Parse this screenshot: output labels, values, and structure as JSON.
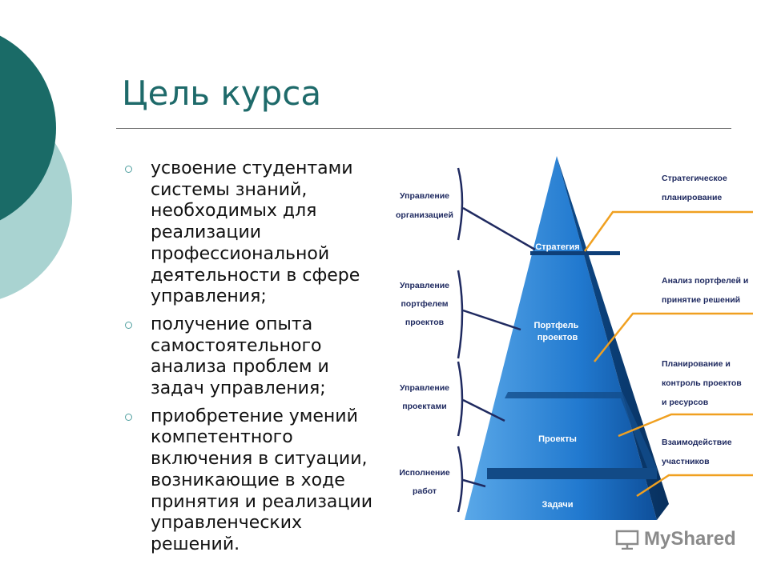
{
  "slide": {
    "title": "Цель курса",
    "bullets": [
      "усвоение студентами\nсистемы знаний,\nнеобходимых для\nреализации\nпрофессиональной\nдеятельности в сфере\nуправления;",
      "получение опыта\nсамостоятельного\nанализа проблем и\nзадач управления;",
      "приобретение умений\nкомпетентного\nвключения в ситуации,\nвозникающие в ходе\nпринятия и реализации\nуправленческих\nрешений."
    ]
  },
  "pyramid": {
    "levels": [
      {
        "label": "Стратегия"
      },
      {
        "label": "Портфель\nпроектов"
      },
      {
        "label": "Проекты"
      },
      {
        "label": "Задачи"
      }
    ],
    "left_labels": [
      "Управление\nорганизацией",
      "Управление\nпортфелем\nпроектов",
      "Управление\nпроектами",
      "Исполнение\nработ"
    ],
    "right_labels": [
      "Стратегическое\nпланирование",
      "Анализ портфелей и\nпринятие решений",
      "Планирование и\nконтроль проектов\nи ресурсов",
      "Взаимодействие\nучастников"
    ]
  },
  "logo": {
    "text": "MyShared"
  },
  "colors": {
    "title": "#1e6a6a",
    "circle_dark": "#1a6b67",
    "circle_light": "#a9d3d1",
    "pyramid": "#1a75c9",
    "callout_orange": "#f0a020",
    "callout_navy": "#1f2a60"
  }
}
